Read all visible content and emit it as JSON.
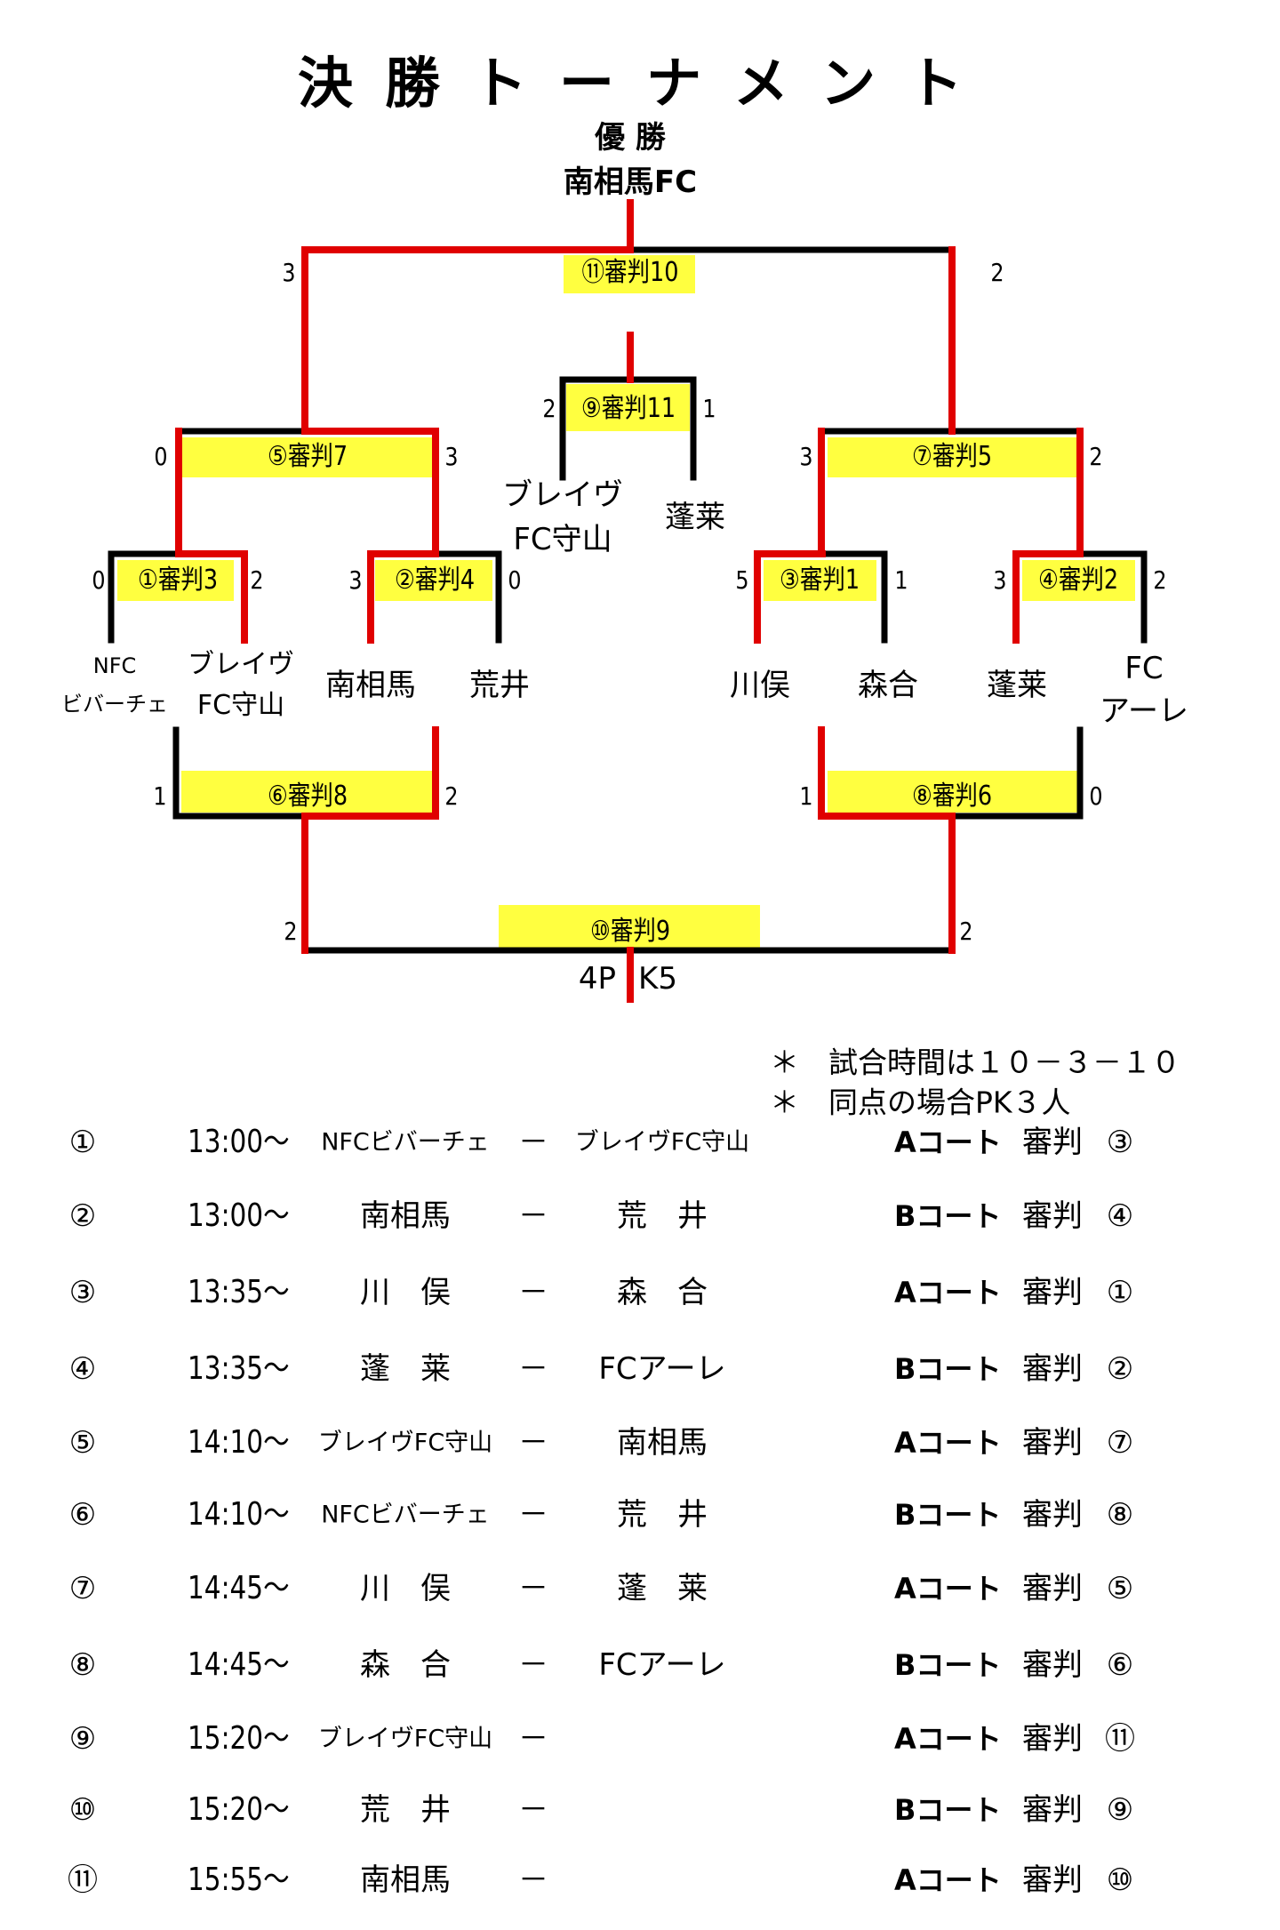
{
  "title": "決勝トーナメント",
  "champion": {
    "label": "優 勝",
    "team": "南相馬FC"
  },
  "colors": {
    "win_line": "#e00000",
    "line": "#000000",
    "match_box": "#ffff40"
  },
  "bracket": {
    "m11": {
      "label": "⑪審判10",
      "score_left": "3",
      "score_right": "2"
    },
    "m9": {
      "label": "⑨審判11",
      "score_left": "2",
      "score_right": "1",
      "team_left_1": "ブレイヴ",
      "team_left_2": "FC守山",
      "team_right": "蓬莱"
    },
    "m5": {
      "label": "⑤審判7",
      "score_left": "0",
      "score_right": "3"
    },
    "m7": {
      "label": "⑦審判5",
      "score_left": "3",
      "score_right": "2"
    },
    "m1": {
      "label": "①審判3",
      "score_left": "0",
      "score_right": "2"
    },
    "m2": {
      "label": "②審判4",
      "score_left": "3",
      "score_right": "0"
    },
    "m3": {
      "label": "③審判1",
      "score_left": "5",
      "score_right": "1"
    },
    "m4": {
      "label": "④審判2",
      "score_left": "3",
      "score_right": "2"
    },
    "m6": {
      "label": "⑥審判8",
      "score_left": "1",
      "score_right": "2"
    },
    "m8": {
      "label": "⑧審判6",
      "score_left": "1",
      "score_right": "0"
    },
    "m10": {
      "label": "⑩審判9",
      "score_left": "2",
      "score_right": "2",
      "pk_left": "4P",
      "pk_right": "K5"
    },
    "teams": {
      "t1a": "NFC",
      "t1b": "ビバーチェ",
      "t2a": "ブレイヴ",
      "t2b": "FC守山",
      "t3": "南相馬",
      "t4": "荒井",
      "t5": "川俣",
      "t6": "森合",
      "t7": "蓬莱",
      "t8a": "FC",
      "t8b": "アーレ"
    }
  },
  "notes": [
    "＊　試合時間は１０－３－１０",
    "＊　同点の場合PK３人"
  ],
  "schedule": [
    {
      "no": "①",
      "time": "13:00～",
      "home": "NFCビバーチェ",
      "dash": "－",
      "away": "ブレイヴFC守山",
      "court": "Aコート",
      "ref_label": "審判",
      "ref": "③"
    },
    {
      "no": "②",
      "time": "13:00～",
      "home": "南相馬",
      "dash": "－",
      "away": "荒　井",
      "court": "Bコート",
      "ref_label": "審判",
      "ref": "④"
    },
    {
      "no": "③",
      "time": "13:35～",
      "home": "川　俣",
      "dash": "－",
      "away": "森　合",
      "court": "Aコート",
      "ref_label": "審判",
      "ref": "①"
    },
    {
      "no": "④",
      "time": "13:35～",
      "home": "蓬　莱",
      "dash": "－",
      "away": "FCアーレ",
      "court": "Bコート",
      "ref_label": "審判",
      "ref": "②"
    },
    {
      "no": "⑤",
      "time": "14:10～",
      "home": "ブレイヴFC守山",
      "dash": "－",
      "away": "南相馬",
      "court": "Aコート",
      "ref_label": "審判",
      "ref": "⑦"
    },
    {
      "no": "⑥",
      "time": "14:10～",
      "home": "NFCビバーチェ",
      "dash": "－",
      "away": "荒　井",
      "court": "Bコート",
      "ref_label": "審判",
      "ref": "⑧"
    },
    {
      "no": "⑦",
      "time": "14:45～",
      "home": "川　俣",
      "dash": "－",
      "away": "蓬　莱",
      "court": "Aコート",
      "ref_label": "審判",
      "ref": "⑤"
    },
    {
      "no": "⑧",
      "time": "14:45～",
      "home": "森　合",
      "dash": "－",
      "away": "FCアーレ",
      "court": "Bコート",
      "ref_label": "審判",
      "ref": "⑥"
    },
    {
      "no": "⑨",
      "time": "15:20～",
      "home": "ブレイヴFC守山",
      "dash": "－",
      "away": "",
      "court": "Aコート",
      "ref_label": "審判",
      "ref": "⑪"
    },
    {
      "no": "⑩",
      "time": "15:20～",
      "home": "荒　井",
      "dash": "－",
      "away": "",
      "court": "Bコート",
      "ref_label": "審判",
      "ref": "⑨"
    },
    {
      "no": "⑪",
      "time": "15:55～",
      "home": "南相馬",
      "dash": "－",
      "away": "",
      "court": "Aコート",
      "ref_label": "審判",
      "ref": "⑩"
    }
  ]
}
